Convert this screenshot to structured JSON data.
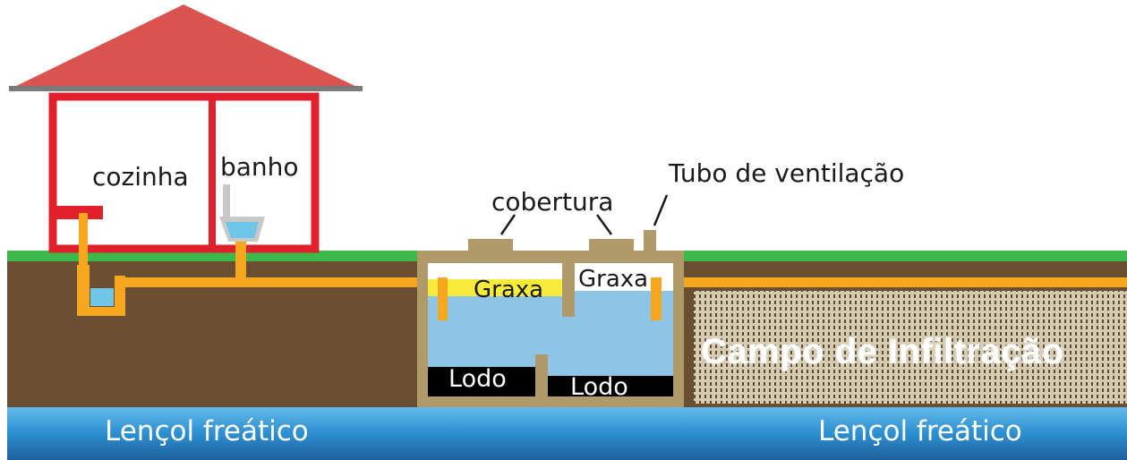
{
  "labels": {
    "kitchen": "cozinha",
    "bathroom": "banho",
    "cover": "cobertura",
    "vent_pipe": "Tubo de ventilação",
    "grease_left": "Graxa",
    "grease_right": "Graxa",
    "sludge_left": "Lodo",
    "sludge_right": "Lodo",
    "infiltration_field": "Campo de Infiltração",
    "water_table_left": "Lençol freático",
    "water_table_right": "Lençol freático"
  },
  "colors": {
    "roof": "#d9534f",
    "house_frame": "#e0202a",
    "grass": "#3db84a",
    "soil": "#6b4f33",
    "tank_wall": "#b09a6a",
    "pipe": "#f5a81e",
    "tank_water": "#8ec5e6",
    "grease": "#f6ea3a",
    "sludge": "#000000",
    "water_table": "#2d8fd0",
    "infiltration_field": "#cfc4a6"
  }
}
